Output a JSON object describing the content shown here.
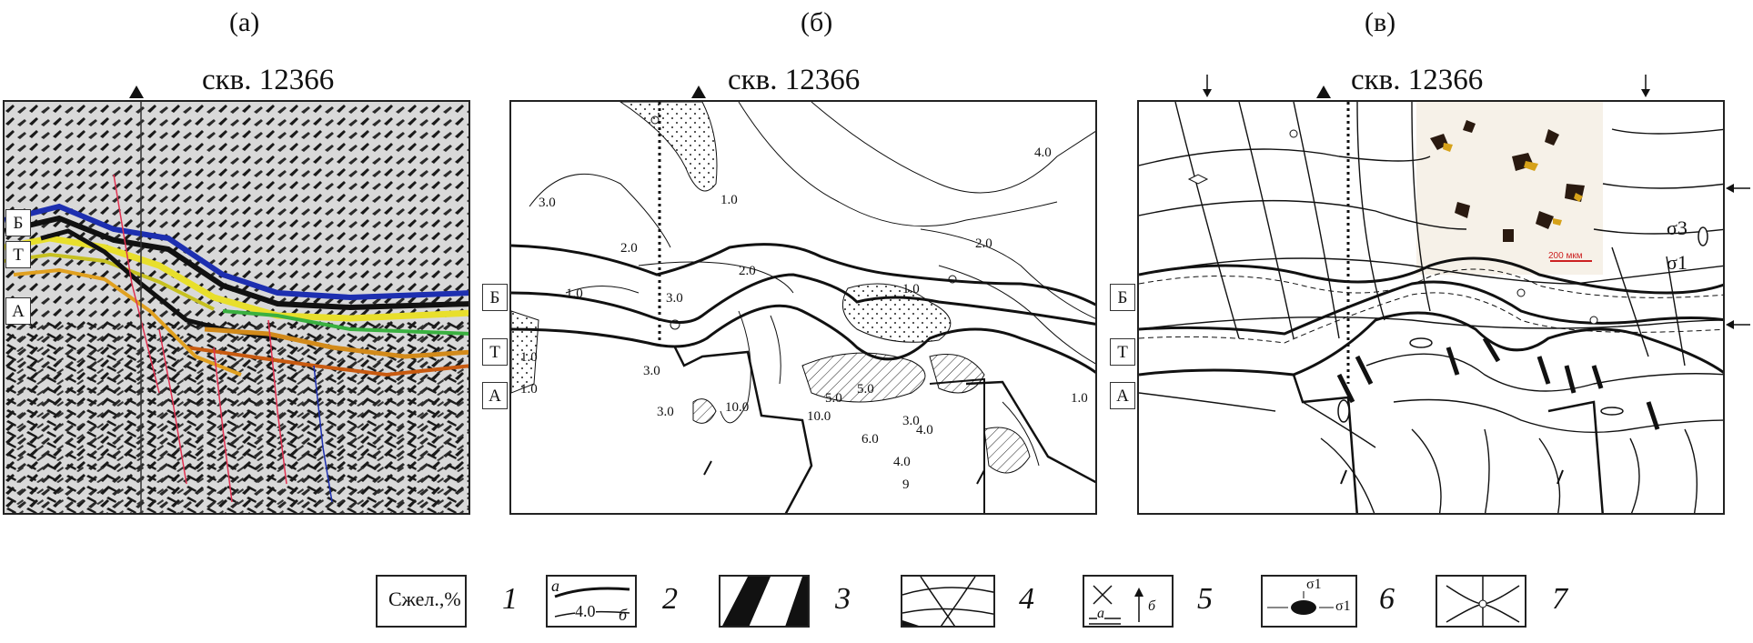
{
  "panels": [
    {
      "label": "(а)",
      "well": "скв. 12366"
    },
    {
      "label": "(б)",
      "well": "скв. 12366"
    },
    {
      "label": "(в)",
      "well": "скв. 12366"
    }
  ],
  "horizons": [
    "Б",
    "Т",
    "А"
  ],
  "contours": [
    "3.0",
    "1.0",
    "2.0",
    "4.0",
    "2.0",
    "2.0",
    "1.0",
    "3.0",
    "1.0",
    "1.0",
    "1.0",
    "3.0",
    "3.0",
    "10.0",
    "10.0",
    "5.0",
    "5.0",
    "3.0",
    "4.0",
    "6.0",
    "4.0",
    "9",
    "1.0"
  ],
  "stress_labels": [
    "σ3",
    "σ1"
  ],
  "scale_bar": "200 мкм",
  "legend": [
    {
      "num": "1",
      "text": "Cжел.,%"
    },
    {
      "num": "2",
      "a": "а",
      "value": "4.0",
      "b": "б"
    },
    {
      "num": "3"
    },
    {
      "num": "4"
    },
    {
      "num": "5",
      "a": "а",
      "b": "б"
    },
    {
      "num": "6",
      "s1_top": "σ1",
      "s1_right": "σ1"
    },
    {
      "num": "7"
    }
  ]
}
